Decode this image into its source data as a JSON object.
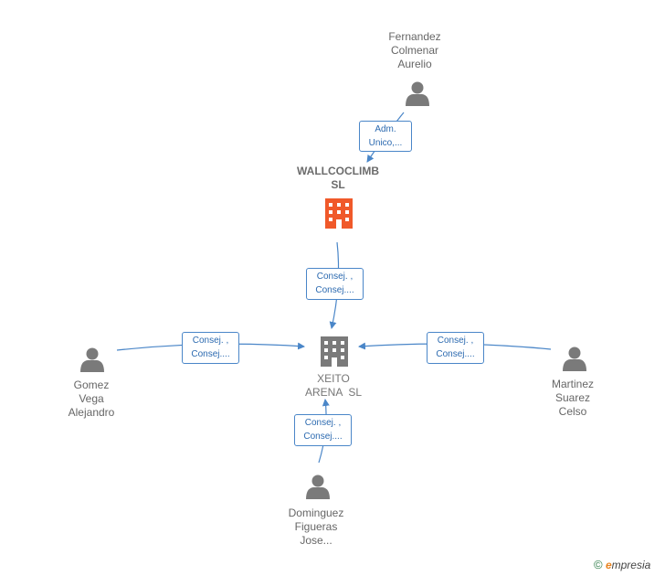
{
  "people": {
    "fernandez": [
      "Fernandez",
      "Colmenar",
      "Aurelio"
    ],
    "gomez": [
      "Gomez",
      "Vega",
      "Alejandro"
    ],
    "martinez": [
      "Martinez",
      "Suarez",
      "Celso"
    ],
    "dominguez": [
      "Dominguez",
      "Figueras",
      "Jose..."
    ]
  },
  "companies": {
    "wallcoclimb": [
      "WALLCOCLIMB",
      "SL"
    ],
    "xeito": [
      "XEITO",
      "ARENA  SL"
    ]
  },
  "edges": {
    "fernandez_wallcoclimb": [
      "Adm.",
      "Unico,..."
    ],
    "wallcoclimb_xeito": [
      "Consej. ,",
      "Consej...."
    ],
    "gomez_xeito": [
      "Consej. ,",
      "Consej...."
    ],
    "martinez_xeito": [
      "Consej. ,",
      "Consej...."
    ],
    "dominguez_xeito": [
      "Consej. ,",
      "Consej...."
    ]
  },
  "colors": {
    "edge": "#4a86c8",
    "person_icon": "#7a7a7a",
    "company_icon": "#7a7a7a",
    "highlight_company_icon": "#f0592a"
  },
  "brand": {
    "symbol": "©",
    "initial": "e",
    "rest": "mpresia"
  }
}
